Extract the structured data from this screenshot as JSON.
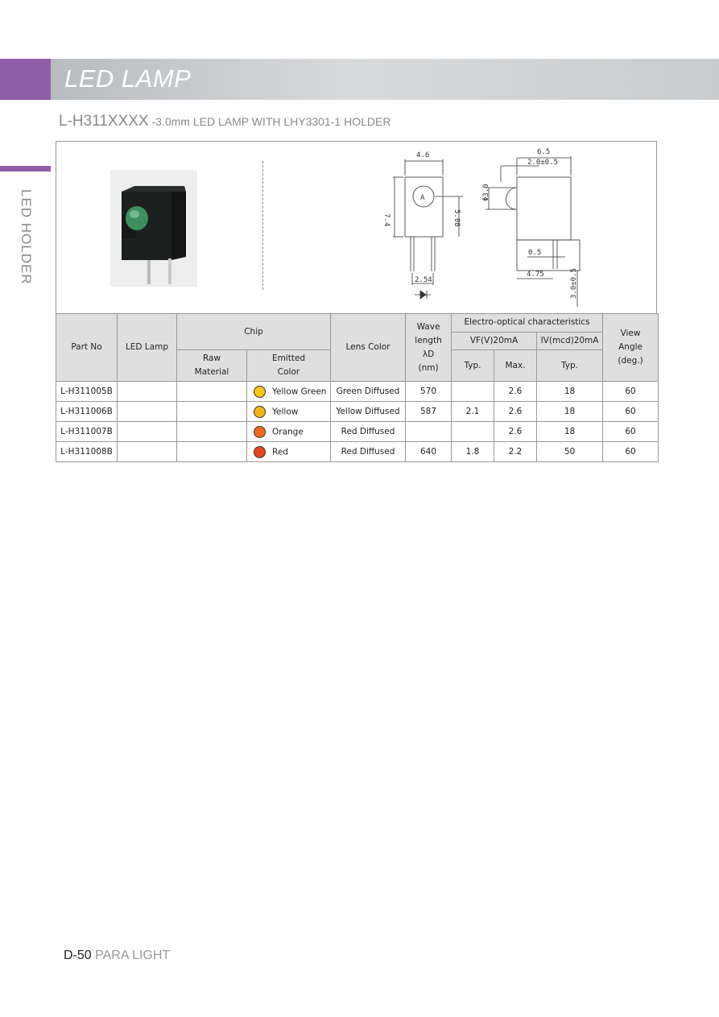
{
  "header": {
    "title": "LED LAMP",
    "accent_color": "#8e5fa8"
  },
  "subtitle": {
    "code": "L-H311XXXX",
    "desc": " -3.0mm LED LAMP WITH LHY3301-1 HOLDER"
  },
  "side_label": "LED HOLDER",
  "drawing": {
    "front": {
      "width": "4.6",
      "height": "7.4",
      "center": "5.08",
      "pitch": "2.54",
      "anode_mark": "A"
    },
    "side": {
      "depth": "6.5",
      "offset": "2.0±0.5",
      "lens_dia": "Φ3.0",
      "pin": "0.5",
      "pin_pos": "4.75",
      "lead": "3.0±0.5"
    }
  },
  "table": {
    "headers": {
      "part_no": "Part No",
      "led_lamp": "LED Lamp",
      "chip": "Chip",
      "raw_material": "Raw\nMaterial",
      "emitted_color": "Emitted\nColor",
      "lens_color": "Lens Color",
      "wavelength": "Wave\nlength\nλD\n(nm)",
      "electro_optical": "Electro-optical characteristics",
      "vf": "VF(V)20mA",
      "iv": "IV(mcd)20mA",
      "typ1": "Typ.",
      "max": "Max.",
      "typ2": "Typ.",
      "view_angle": "View\nAngle\n(deg.)"
    },
    "rows": [
      {
        "part_no": "L-H311005B",
        "led_lamp": "",
        "raw_material": "",
        "color_name": "Yellow Green",
        "color_hex": "#f5c518",
        "lens": "Green Diffused",
        "wavelength": "570",
        "vf_typ": "",
        "vf_max": "2.6",
        "iv_typ": "18",
        "angle": "60"
      },
      {
        "part_no": "L-H311006B",
        "led_lamp": "",
        "raw_material": "",
        "color_name": "Yellow",
        "color_hex": "#f5b614",
        "lens": "Yellow Diffused",
        "wavelength": "587",
        "vf_typ": "2.1",
        "vf_max": "2.6",
        "iv_typ": "18",
        "angle": "60"
      },
      {
        "part_no": "L-H311007B",
        "led_lamp": "",
        "raw_material": "",
        "color_name": "Orange",
        "color_hex": "#f06a1c",
        "lens": "Red Diffused",
        "wavelength": "",
        "vf_typ": "",
        "vf_max": "2.6",
        "iv_typ": "18",
        "angle": "60"
      },
      {
        "part_no": "L-H311008B",
        "led_lamp": "",
        "raw_material": "",
        "color_name": "Red",
        "color_hex": "#e8461c",
        "lens": "Red Diffused",
        "wavelength": "640",
        "vf_typ": "1.8",
        "vf_max": "2.2",
        "iv_typ": "50",
        "angle": "60"
      }
    ]
  },
  "footer": {
    "page": "D-50",
    "brand": " PARA LIGHT"
  }
}
